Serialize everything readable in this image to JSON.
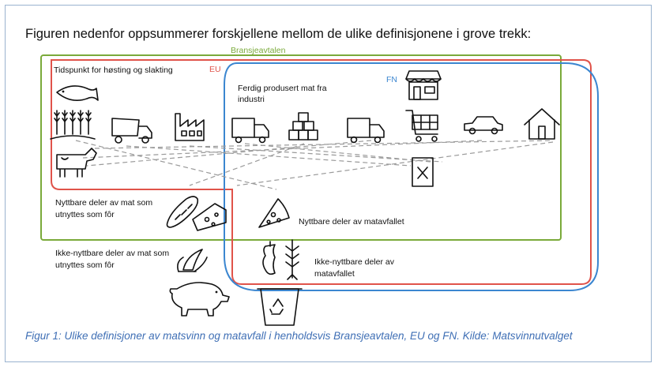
{
  "heading": "Figuren nedenfor oppsummerer forskjellene mellom de ulike definisjonene i grove trekk:",
  "regions": {
    "bransjeavtalen": {
      "label": "Bransjeavtalen",
      "color": "#7aaa3a"
    },
    "eu": {
      "label": "EU",
      "color": "#e0534a"
    },
    "fn": {
      "label": "FN",
      "color": "#3b86d0"
    }
  },
  "labels": {
    "harvest_line1": "Tidspunkt for høsting og slakting",
    "processed_line1": "Ferdig produsert mat fra",
    "processed_line2": "industri",
    "edible_feed_line1": "Nyttbare deler av mat som",
    "edible_feed_line2": "utnyttes som fôr",
    "edible_waste": "Nyttbare deler av matavfallet",
    "inedible_feed_line1": "Ikke-nyttbare deler av mat som",
    "inedible_feed_line2": "utnyttes som fôr",
    "inedible_waste_line1": "Ikke-nyttbare deler av",
    "inedible_waste_line2": "matavfallet"
  },
  "icons": [
    "fish-icon",
    "wheat-icon",
    "cow-icon",
    "dump-truck-icon",
    "factory-icon",
    "delivery-truck-icon",
    "boxes-icon",
    "delivery-truck-icon",
    "shopping-cart-icon",
    "car-icon",
    "house-icon",
    "store-icon",
    "restaurant-menu-icon",
    "bread-cheese-icon",
    "pizza-slice-icon",
    "banana-peel-icon",
    "apple-core-fishbone-icon",
    "pig-icon",
    "recycling-bin-icon"
  ],
  "caption": "Figur 1: Ulike definisjoner av matsvinn og matavfall i henholdsvis Bransjeavtalen, EU og FN. Kilde: Matsvinnutvalget"
}
